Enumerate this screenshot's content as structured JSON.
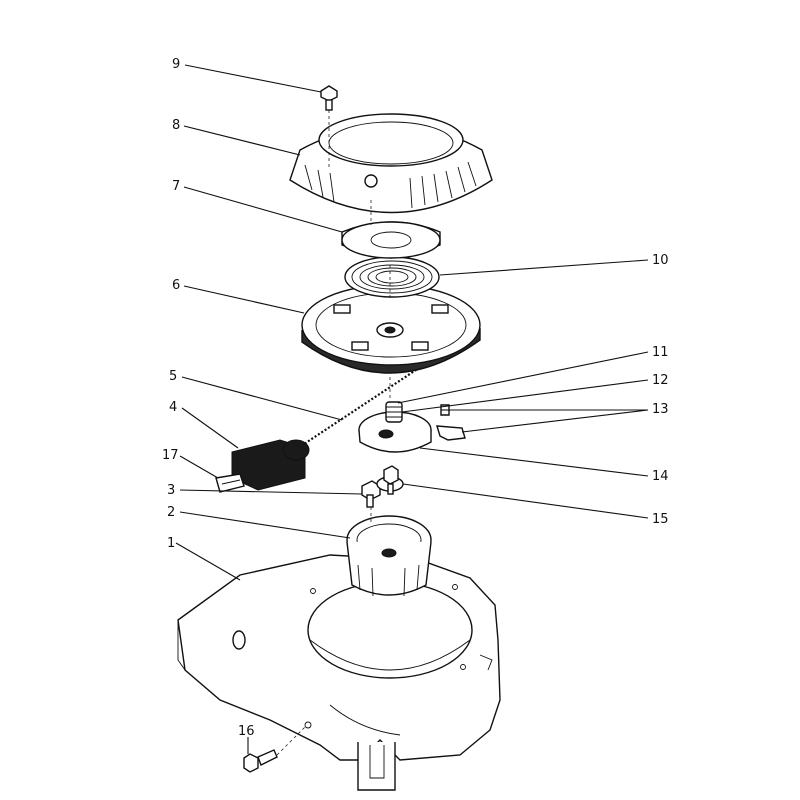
{
  "callouts": [
    {
      "id": "c9",
      "text": "9"
    },
    {
      "id": "c8",
      "text": "8"
    },
    {
      "id": "c7",
      "text": "7"
    },
    {
      "id": "c10",
      "text": "10"
    },
    {
      "id": "c6",
      "text": "6"
    },
    {
      "id": "c11",
      "text": "11"
    },
    {
      "id": "c12",
      "text": "12"
    },
    {
      "id": "c5",
      "text": "5"
    },
    {
      "id": "c13",
      "text": "13"
    },
    {
      "id": "c4",
      "text": "4"
    },
    {
      "id": "c14",
      "text": "14"
    },
    {
      "id": "c17",
      "text": "17"
    },
    {
      "id": "c3",
      "text": "3"
    },
    {
      "id": "c15",
      "text": "15"
    },
    {
      "id": "c2",
      "text": "2"
    },
    {
      "id": "c1",
      "text": "1"
    },
    {
      "id": "c16",
      "text": "16"
    }
  ]
}
